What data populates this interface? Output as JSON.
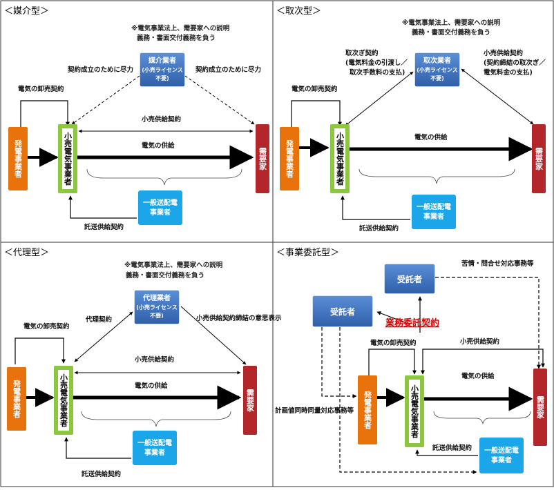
{
  "panels": {
    "baikai": {
      "title": "＜媒介型＞",
      "note_line1": "※電気事業法上、需要家への説明",
      "note_line2": "義務・書面交付義務を負う",
      "agent_line1": "媒介業者",
      "agent_line2": "(小売ライセンス",
      "agent_line3": "不要)",
      "left_effort": "契約成立のために尽力",
      "right_effort": "契約成立のために尽力",
      "wholesale": "電気の卸売契約",
      "retail_contract": "小売供給契約",
      "supply": "電気の供給",
      "consignment": "託送供給契約",
      "generator": "発電事業者",
      "retailer": "小売電気事業者",
      "customer": "需要家",
      "transmission_line1": "一般送配電",
      "transmission_line2": "事業者"
    },
    "toritsugi": {
      "title": "＜取次型＞",
      "note_line1": "※電気事業法上、需要家への説明",
      "note_line2": "義務・書面交付義務を負う",
      "agent_line1": "取次業者",
      "agent_line2": "(小売ライセンス",
      "agent_line3": "不要)",
      "left_contract_line1": "取次ぎ契約",
      "left_contract_line2": "(電気料金の引渡し／",
      "left_contract_line3": "取次手数料の支払)",
      "right_contract_line1": "小売供給契約",
      "right_contract_line2": "(契約締結の取次ぎ／",
      "right_contract_line3": "電気料金の支払)",
      "wholesale": "電気の卸売契約",
      "supply": "電気の供給",
      "consignment": "託送供給契約",
      "generator": "発電事業者",
      "retailer": "小売電気事業者",
      "customer": "需要家",
      "transmission_line1": "一般送配電",
      "transmission_line2": "事業者"
    },
    "dairi": {
      "title": "＜代理型＞",
      "note_line1": "※電気事業法上、需要家への説明",
      "note_line2": "義務・書面交付義務を負う",
      "agent_line1": "代理業者",
      "agent_line2": "(小売ライセンス",
      "agent_line3": "不要)",
      "agency_contract": "代理契約",
      "intent": "小売供給契約締結の意思表示",
      "wholesale": "電気の卸売契約",
      "retail_contract": "小売供給契約",
      "supply": "電気の供給",
      "consignment": "託送供給契約",
      "generator": "発電事業者",
      "retailer": "小売電気事業者",
      "customer": "需要家",
      "transmission_line1": "一般送配電",
      "transmission_line2": "事業者"
    },
    "itaku": {
      "title": "＜事業委託型＞",
      "contractor_top": "受託者",
      "contractor_left": "受託者",
      "complaints": "苦情・問合せ対応事務等",
      "outsourcing": "業務委託契約",
      "wholesale": "電気の卸売契約",
      "retail_contract": "小売供給契約",
      "supply": "電気の供給",
      "planning": "計画値同時同量対応事務等",
      "consignment": "託送供給契約",
      "generator": "発電事業者",
      "retailer": "小売電気事業者",
      "customer": "需要家",
      "transmission_line1": "一般送配電",
      "transmission_line2": "事業者"
    }
  },
  "colors": {
    "generator": "#e8720c",
    "retailer": "#8dc63f",
    "customer": "#b3272b",
    "transmission": "#1aa6e8",
    "agent": "#3f74c4",
    "outsourcing_red": "#e00000"
  }
}
